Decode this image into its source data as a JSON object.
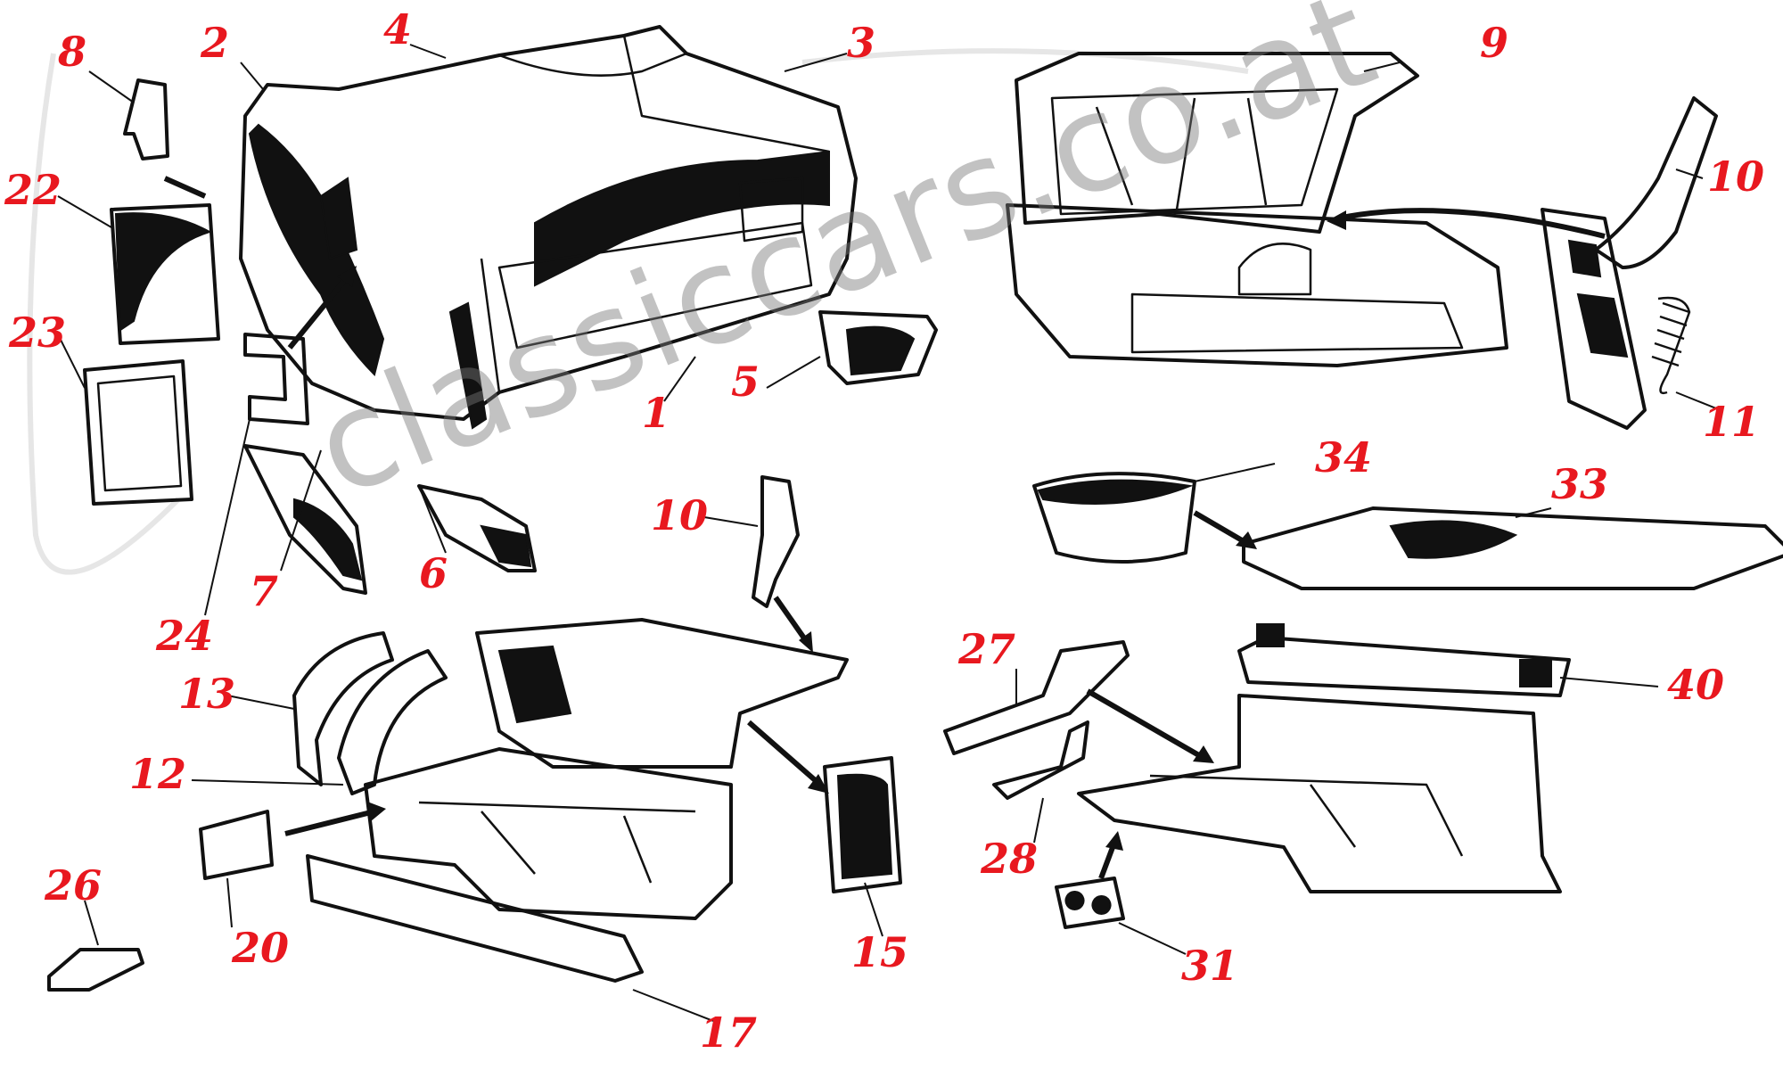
{
  "watermark": "classiccars.co.at",
  "labels": [
    "1",
    "2",
    "3",
    "4",
    "5",
    "6",
    "7",
    "8",
    "9",
    "10",
    "10",
    "11",
    "12",
    "13",
    "15",
    "17",
    "20",
    "22",
    "23",
    "24",
    "26",
    "27",
    "28",
    "31",
    "33",
    "34",
    "40"
  ],
  "colors": {
    "label": "#e8181f",
    "ink": "#111111",
    "watermark": "#7a7a7a"
  }
}
